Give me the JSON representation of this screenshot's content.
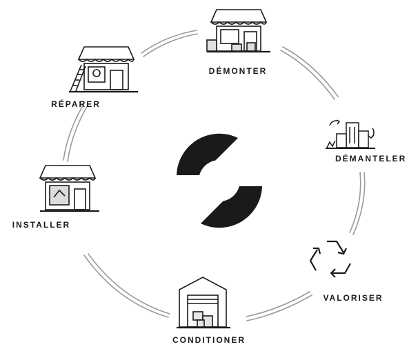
{
  "diagram": {
    "steps": [
      {
        "key": "demonter",
        "label": "DÉMONTER",
        "icon": "shop-boxes-icon"
      },
      {
        "key": "demanteler",
        "label": "DÉMANTELER",
        "icon": "dismantle-buildings-icon"
      },
      {
        "key": "valoriser",
        "label": "VALORISER",
        "icon": "recycle-icon"
      },
      {
        "key": "conditioner",
        "label": "CONDITIONER",
        "icon": "warehouse-icon"
      },
      {
        "key": "installer",
        "label": "INSTALLER",
        "icon": "shop-install-icon"
      },
      {
        "key": "reparer",
        "label": "RÉPARER",
        "icon": "shop-ladder-icon"
      }
    ],
    "center_logo": "circular-split-logo-icon",
    "colors": {
      "ink": "#1a1a1a",
      "background": "#ffffff",
      "ring": "#9a9a9a"
    }
  }
}
